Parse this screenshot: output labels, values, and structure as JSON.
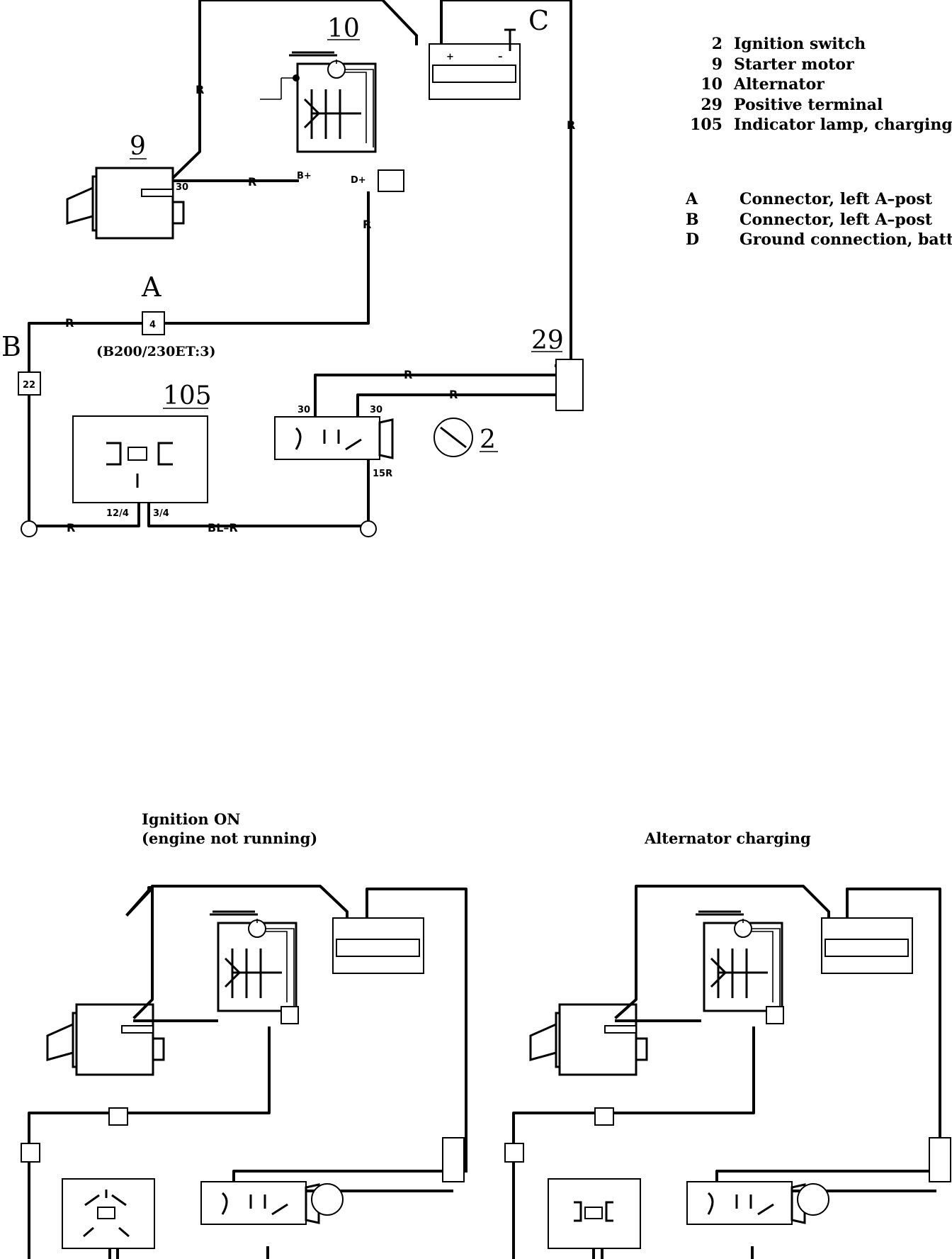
{
  "legend_components": [
    {
      "key": "2",
      "text": "Ignition switch"
    },
    {
      "key": "9",
      "text": "Starter motor"
    },
    {
      "key": "10",
      "text": "Alternator"
    },
    {
      "key": "29",
      "text": "Positive terminal"
    },
    {
      "key": "105",
      "text": "Indicator lamp, charging"
    }
  ],
  "legend_connectors": [
    {
      "key": "A",
      "text": "Connector, left A–post"
    },
    {
      "key": "B",
      "text": "Connector, left A–post"
    },
    {
      "key": "D",
      "text": "Ground connection, battery"
    }
  ],
  "main_diagram": {
    "component_labels": {
      "alternator": "10",
      "starter": "9",
      "battery": "C",
      "positive_terminal": "29",
      "lamp": "105",
      "ignition_switch": "2",
      "connector_a": "A",
      "connector_b": "B"
    },
    "wire_labels": {
      "r": "R",
      "bl_r": "BL–R"
    },
    "terminal_labels": {
      "t30": "30",
      "b_plus": "B+",
      "d_plus": "D+",
      "t15r": "15R",
      "t12_4": "12/4",
      "t3_4": "3/4",
      "batt_plus": "+",
      "batt_minus": "–"
    },
    "connector_pins": {
      "a": "4",
      "b": "22"
    },
    "connector_note": "(B200/230ET:3)"
  },
  "captions": {
    "left_line1": "Ignition ON",
    "left_line2": "(engine not running)",
    "right": "Alternator charging"
  }
}
